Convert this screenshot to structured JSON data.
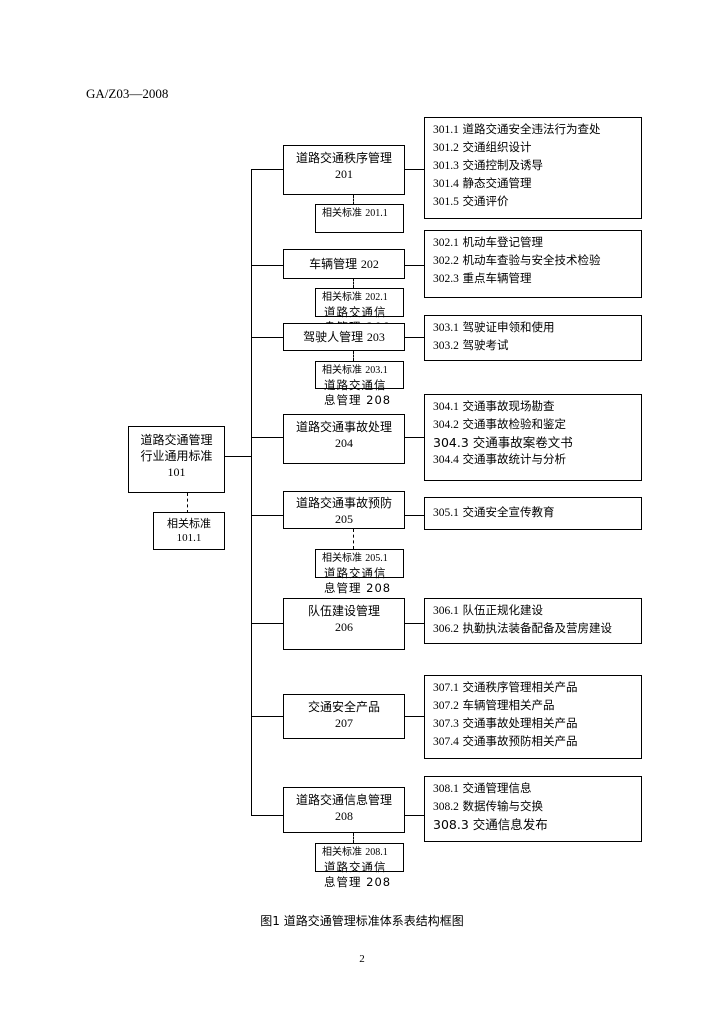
{
  "header": {
    "doc_code": "GA/Z03—2008"
  },
  "root": {
    "name_line1": "道路交通管理",
    "name_line2": "行业通用标准",
    "code": "101",
    "ref_label": "相关标准",
    "ref_code": "101.1"
  },
  "categories": [
    {
      "name": "道路交通秩序管理",
      "code": "201",
      "ref_label": "相关标准",
      "ref_code": "201.1",
      "ref_note": ""
    },
    {
      "name": "车辆管理",
      "code": "202",
      "ref_label": "相关标准",
      "ref_code": "202.1",
      "ref_note": "道路交通信息管理 208"
    },
    {
      "name": "驾驶人管理",
      "code": "203",
      "ref_label": "相关标准",
      "ref_code": "203.1",
      "ref_note": "道路交通信息管理 208"
    },
    {
      "name": "道路交通事故处理",
      "code": "204"
    },
    {
      "name": "道路交通事故预防",
      "code": "205",
      "ref_label": "相关标准",
      "ref_code": "205.1",
      "ref_note": "道路交通信息管理 208"
    },
    {
      "name": "队伍建设管理",
      "code": "206"
    },
    {
      "name": "交通安全产品",
      "code": "207"
    },
    {
      "name": "道路交通信息管理",
      "code": "208",
      "ref_label": "相关标准",
      "ref_code": "208.1",
      "ref_note": "道路交通信息管理 208"
    }
  ],
  "items": {
    "g301": [
      {
        "num": "301.1",
        "text": "道路交通安全违法行为查处"
      },
      {
        "num": "301.2",
        "text": "交通组织设计"
      },
      {
        "num": "301.3",
        "text": "交通控制及诱导"
      },
      {
        "num": "301.4",
        "text": "静态交通管理"
      },
      {
        "num": "301.5",
        "text": "交通评价"
      }
    ],
    "g302": [
      {
        "num": "302.1",
        "text": "机动车登记管理"
      },
      {
        "num": "302.2",
        "text": "机动车查验与安全技术检验"
      },
      {
        "num": "302.3",
        "text": "重点车辆管理"
      }
    ],
    "g303": [
      {
        "num": "303.1",
        "text": "驾驶证申领和使用"
      },
      {
        "num": "303.2",
        "text": "驾驶考试"
      }
    ],
    "g304": [
      {
        "num": "304.1",
        "text": "交通事故现场勘查"
      },
      {
        "num": "304.2",
        "text": "交通事故检验和鉴定"
      },
      {
        "num": "304.3",
        "text": "交通事故案卷文书"
      },
      {
        "num": "304.4",
        "text": "交通事故统计与分析"
      }
    ],
    "g305": [
      {
        "num": "305.1",
        "text": "交通安全宣传教育"
      }
    ],
    "g306": [
      {
        "num": "306.1",
        "text": "队伍正规化建设"
      },
      {
        "num": "306.2",
        "text": "执勤执法装备配备及营房建设"
      }
    ],
    "g307": [
      {
        "num": "307.1",
        "text": "交通秩序管理相关产品"
      },
      {
        "num": "307.2",
        "text": "车辆管理相关产品"
      },
      {
        "num": "307.3",
        "text": "交通事故处理相关产品"
      },
      {
        "num": "307.4",
        "text": "交通事故预防相关产品"
      }
    ],
    "g308": [
      {
        "num": "308.1",
        "text": "交通管理信息"
      },
      {
        "num": "308.2",
        "text": "数据传输与交换"
      },
      {
        "num": "308.3",
        "text": "交通信息发布"
      }
    ]
  },
  "caption": "图1 道路交通管理标准体系表结构框图",
  "page_number": "2"
}
